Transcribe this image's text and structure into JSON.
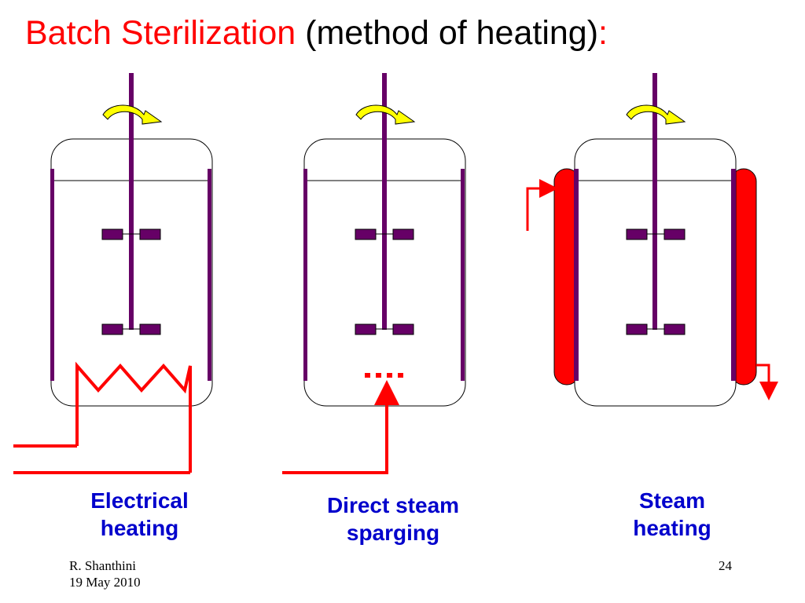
{
  "slide": {
    "title_colored": "Batch Sterilization",
    "title_plain": "(method of heating)",
    "title_colon": ":",
    "colors": {
      "title_red": "#ff0000",
      "caption_blue": "#0000cc",
      "heater_red": "#ff0000",
      "shaft_purple": "#660066",
      "arrow_yellow": "#ffff00"
    }
  },
  "vessels": [
    {
      "caption_line1": "Electrical",
      "caption_line2": "heating"
    },
    {
      "caption_line1": "Direct steam",
      "caption_line2": "sparging"
    },
    {
      "caption_line1": "Steam",
      "caption_line2": "heating"
    }
  ],
  "footer": {
    "author": "R. Shanthini",
    "date": "19 May 2010",
    "page_number": "24"
  }
}
